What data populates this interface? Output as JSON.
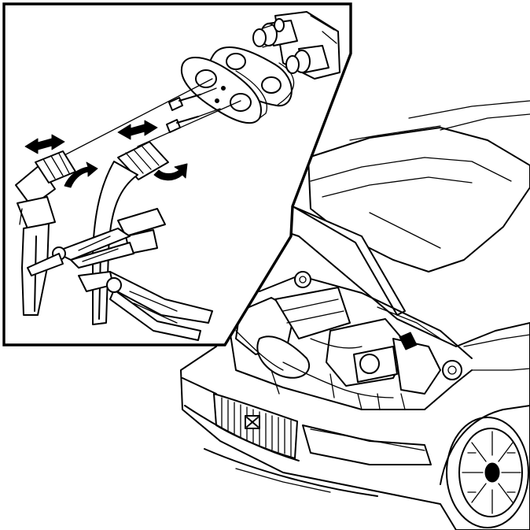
{
  "figure": {
    "kind": "line-art service illustration",
    "components": [
      "car-front-view",
      "open-hood",
      "engine-bay",
      "detail-inset",
      "hose-couplings",
      "flange-gasket",
      "mounting-bolts",
      "hose-clamp-pliers",
      "push-pull-arrows",
      "rotate-arrows"
    ],
    "palette": {
      "ink": "#000000",
      "paper": "#ffffff"
    }
  }
}
